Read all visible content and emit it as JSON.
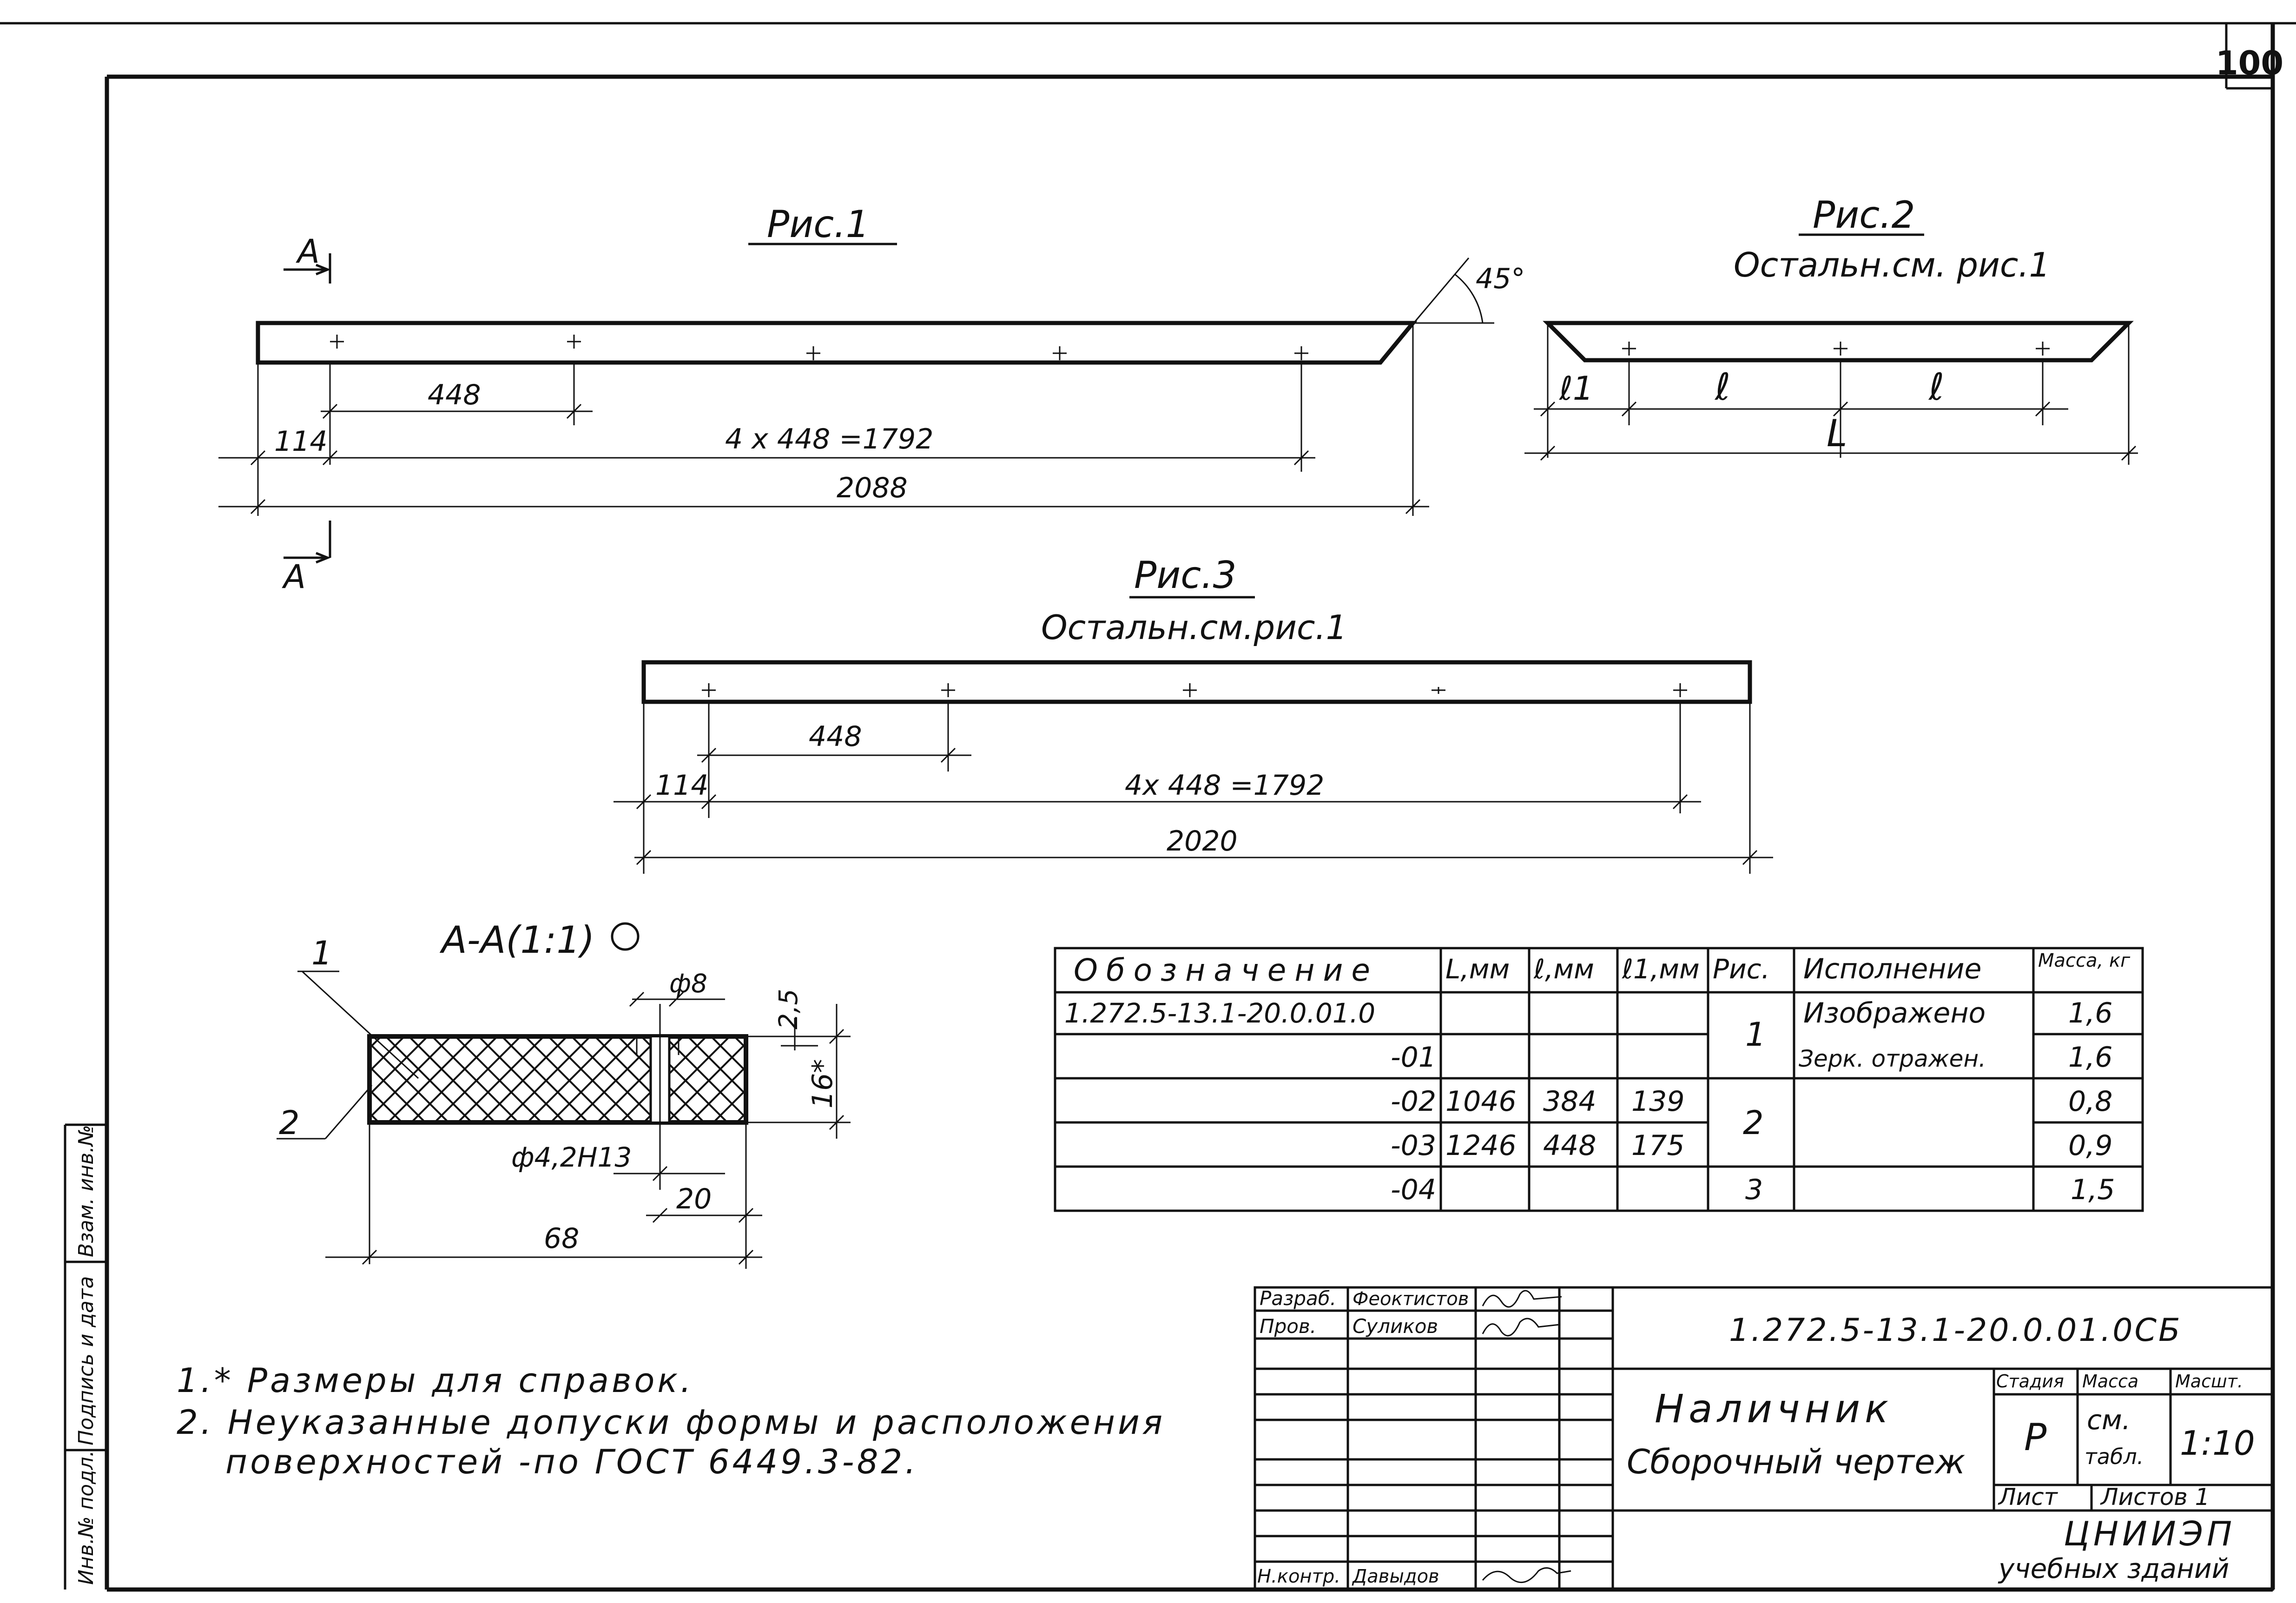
{
  "sheet_number": "100",
  "fig1": {
    "title": "Рис.1",
    "section_mark": "А",
    "angle_label": "45°",
    "dim_pitch": "448",
    "dim_edge": "114",
    "dim_chain": "4 х 448 =1792",
    "dim_total": "2088"
  },
  "fig2": {
    "title": "Рис.2",
    "subtitle": "Остальн.см. рис.1",
    "dim_l1": "ℓ1",
    "dim_l_a": "ℓ",
    "dim_l_b": "ℓ",
    "dim_L": "L"
  },
  "fig3": {
    "title": "Рис.3",
    "subtitle": "Остальн.см.рис.1",
    "dim_pitch": "448",
    "dim_edge": "114",
    "dim_chain": "4х 448 =1792",
    "dim_total": "2020"
  },
  "section": {
    "title": "А-А(1:1)",
    "callout_1": "1",
    "callout_2": "2",
    "dim_hole_top": "ф8",
    "dim_depth": "2,5",
    "dim_height": "16*",
    "dim_hole": "ф4,2Н13",
    "dim_offset": "20",
    "dim_width": "68"
  },
  "spec_table": {
    "headers": [
      "Обозначение",
      "L,мм",
      "ℓ,мм",
      "ℓ1,мм",
      "Рис.",
      "Исполнение",
      "Масса, кг"
    ],
    "rows": [
      {
        "designation": "1.272.5-13.1-20.0.01.0",
        "L": "",
        "l": "",
        "l1": "",
        "fig": "",
        "variant": "Изображено",
        "mass": "1,6"
      },
      {
        "designation": "-01",
        "L": "",
        "l": "",
        "l1": "",
        "fig": "",
        "variant": "Зерк. отражен.",
        "mass": "1,6"
      },
      {
        "designation": "-02",
        "L": "1046",
        "l": "384",
        "l1": "139",
        "fig": "",
        "variant": "",
        "mass": "0,8"
      },
      {
        "designation": "-03",
        "L": "1246",
        "l": "448",
        "l1": "175",
        "fig": "",
        "variant": "",
        "mass": "0,9"
      },
      {
        "designation": "-04",
        "L": "",
        "l": "",
        "l1": "",
        "fig": "3",
        "variant": "",
        "mass": "1,5"
      }
    ],
    "fig_merged_1": "1",
    "fig_merged_2": "2"
  },
  "notes": {
    "line1": "1.* Размеры для справок.",
    "line2": "2. Неуказанные допуски формы и расположения",
    "line3": "поверхностей -по ГОСТ 6449.3-82."
  },
  "title_block": {
    "row1_role": "Разраб.",
    "row1_name": "Феоктистов",
    "row2_role": "Пров.",
    "row2_name": "Суликов",
    "row_last_role": "Н.контр.",
    "row_last_name": "Давыдов",
    "doc_code": "1.272.5-13.1-20.0.01.0СБ",
    "item_name": "Наличник",
    "doc_type": "Сборочный чертеж",
    "stage_label": "Стадия",
    "mass_label": "Масса",
    "scale_label": "Масшт.",
    "stage_value": "Р",
    "mass_value_1": "см.",
    "mass_value_2": "табл.",
    "scale_value": "1:10",
    "sheet_label": "Лист",
    "sheets_label": "Листов 1",
    "org_line1": "ЦНИИЭП",
    "org_line2": "учебных зданий"
  },
  "side_stamp": {
    "cell1": "Взам. инв.№",
    "cell2": "Подпись и дата",
    "cell3": "Инв.№ подл."
  }
}
